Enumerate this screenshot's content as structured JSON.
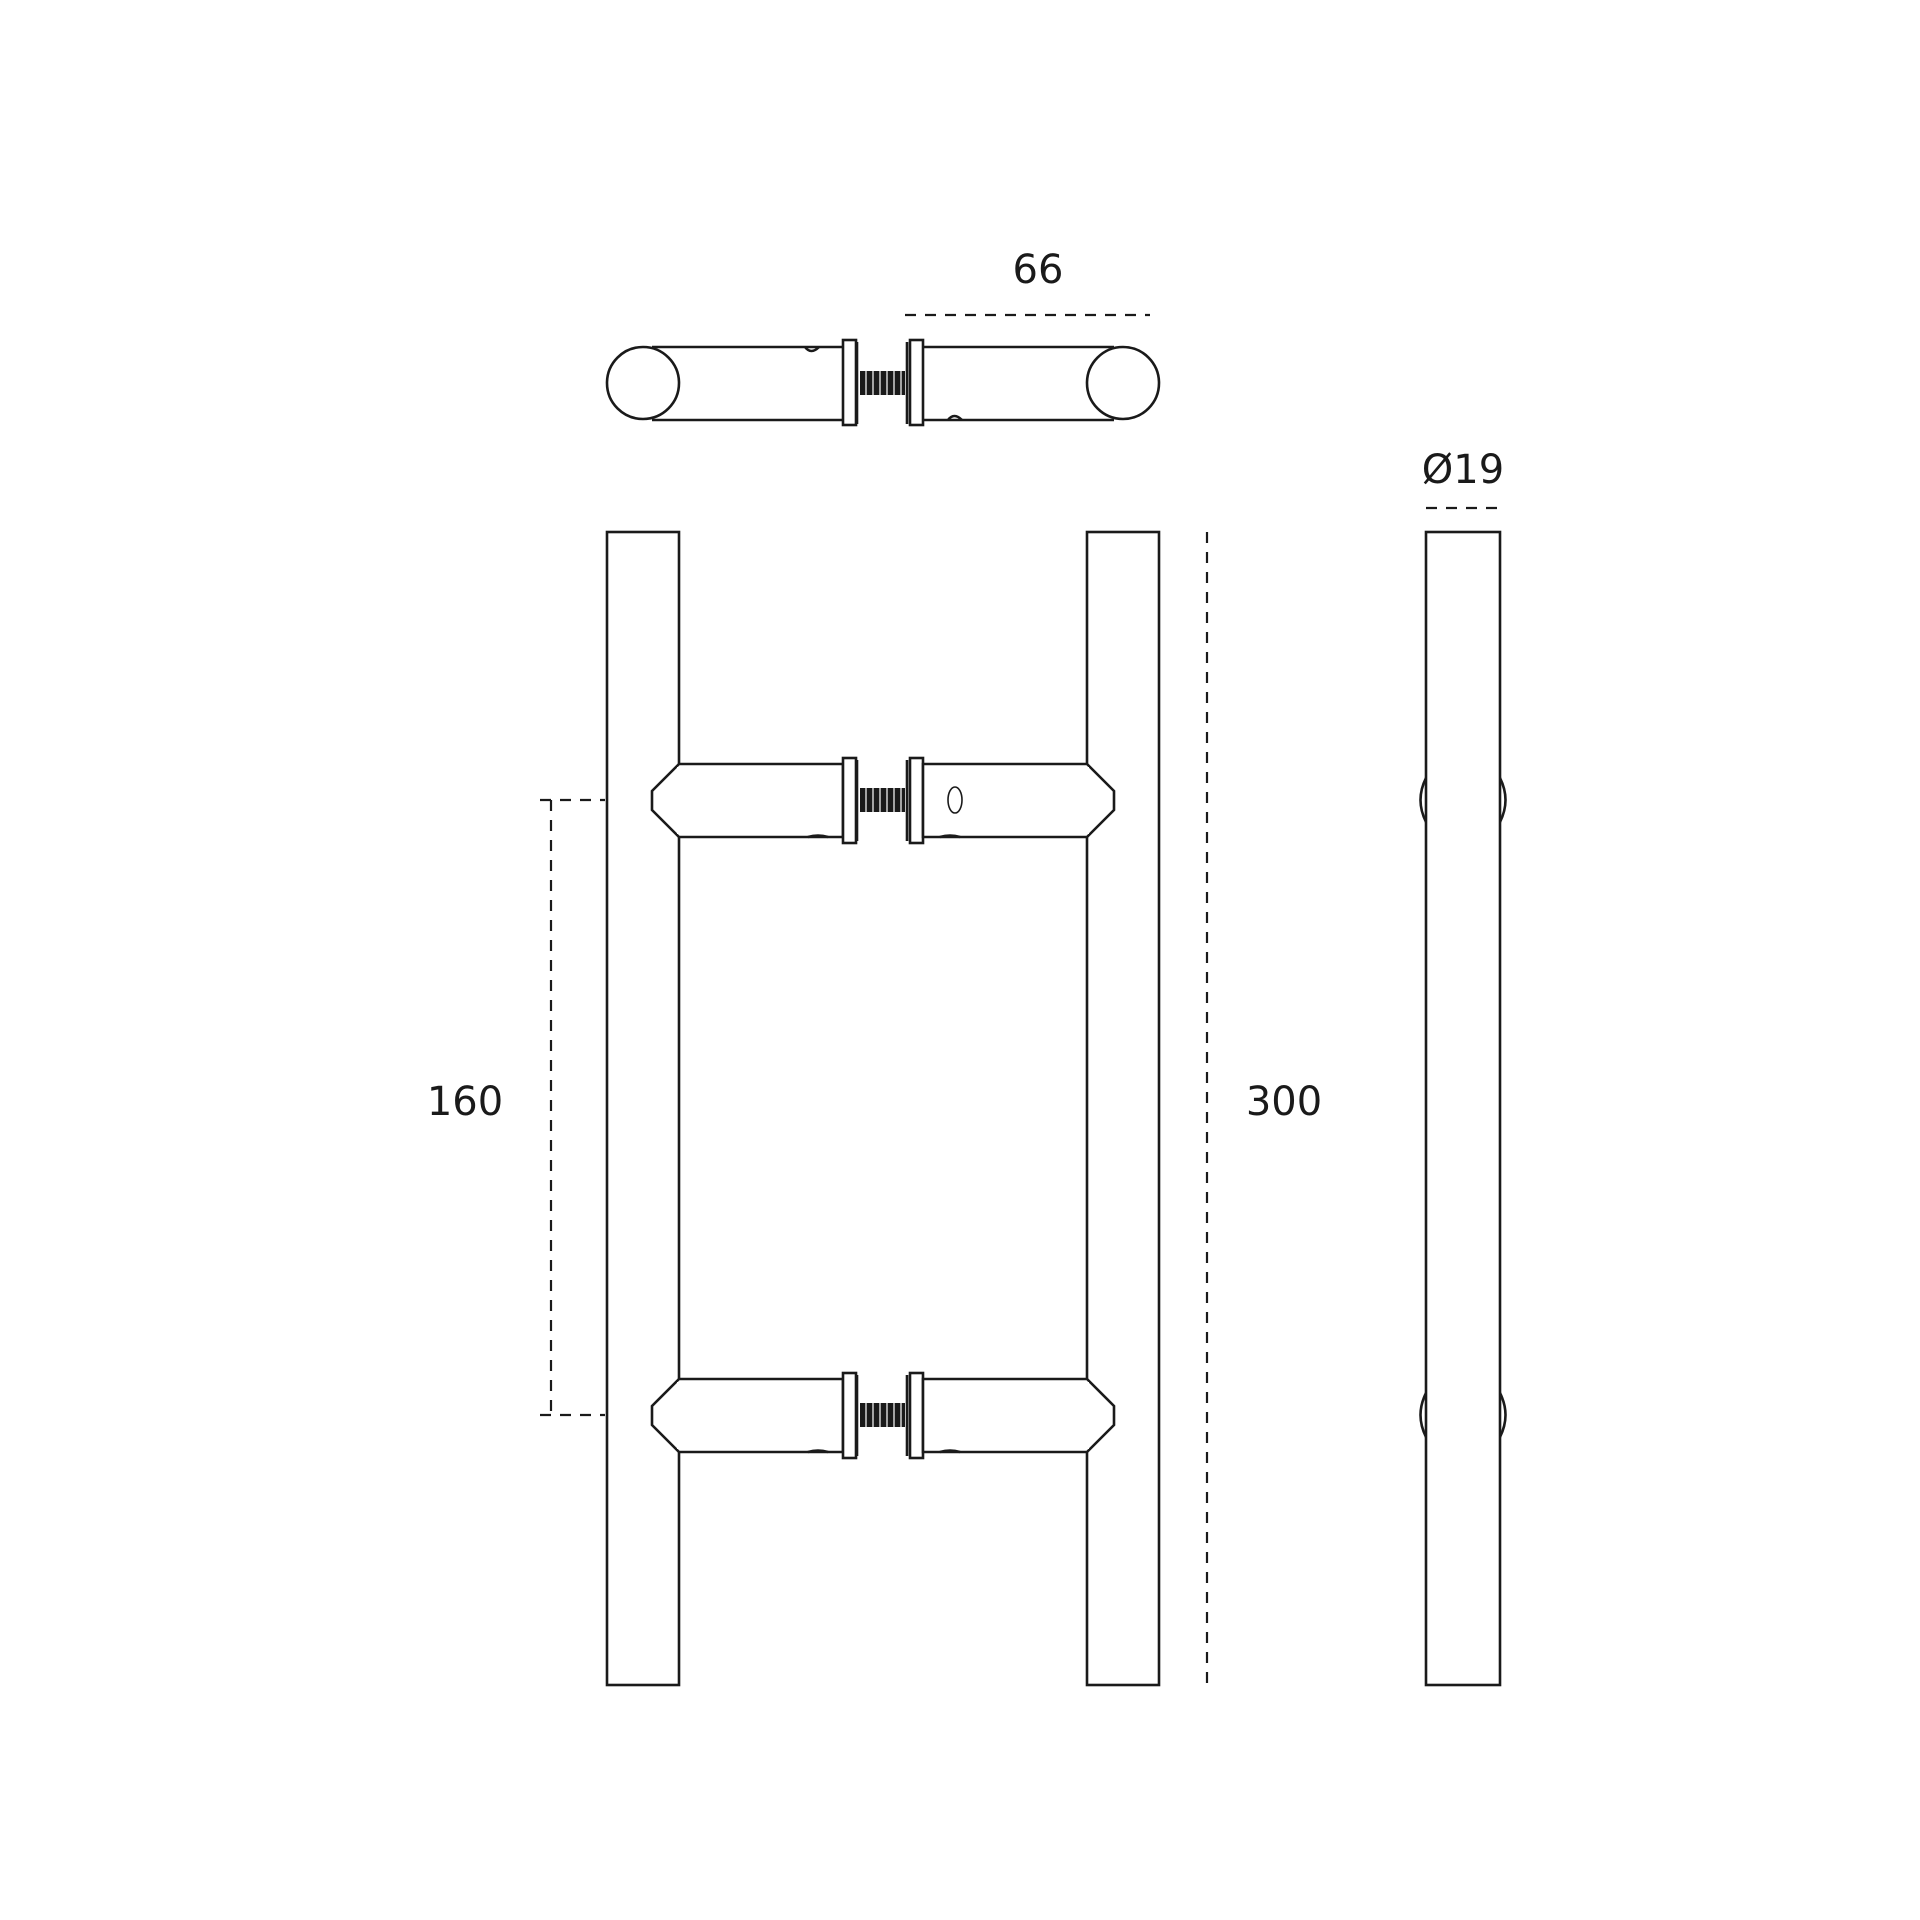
{
  "dimensions": {
    "depth": "66",
    "diameter": "Ø19",
    "centers": "160",
    "length": "300"
  },
  "colors": {
    "line": "#1a1a1a",
    "background": "#ffffff"
  }
}
